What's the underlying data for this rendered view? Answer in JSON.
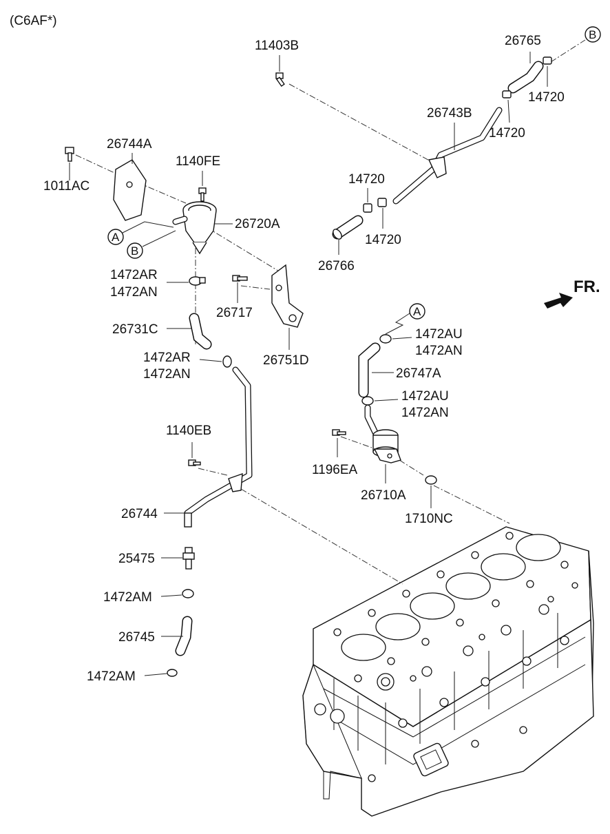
{
  "header": {
    "model_code": "(C6AF*)"
  },
  "orientation": {
    "front_label": "FR."
  },
  "callouts": [
    {
      "id": "A-top",
      "text": "A"
    },
    {
      "id": "B-top",
      "text": "B"
    },
    {
      "id": "A-left",
      "text": "A"
    },
    {
      "id": "B-left",
      "text": "B"
    }
  ],
  "labels": {
    "l11403B": "11403B",
    "l26765": "26765",
    "l14720a": "14720",
    "l26743B": "26743B",
    "l14720b": "14720",
    "l26744A": "26744A",
    "l1140FE": "1140FE",
    "l1011AC": "1011AC",
    "l14720c": "14720",
    "l14720d": "14720",
    "l26720A": "26720A",
    "l26766": "26766",
    "l1472AR_1": "1472AR",
    "l1472AN_1": "1472AN",
    "l26717": "26717",
    "l26731C": "26731C",
    "l1472AU_1": "1472AU",
    "l1472AN_2": "1472AN",
    "l26751D": "26751D",
    "l1472AR_2": "1472AR",
    "l1472AN_3": "1472AN",
    "l26747A": "26747A",
    "l1472AU_2": "1472AU",
    "l1472AN_4": "1472AN",
    "l1140EB": "1140EB",
    "l1196EA": "1196EA",
    "l26710A": "26710A",
    "l1710NC": "1710NC",
    "l26744": "26744",
    "l25475": "25475",
    "l1472AM_1": "1472AM",
    "l26745": "26745",
    "l1472AM_2": "1472AM"
  }
}
